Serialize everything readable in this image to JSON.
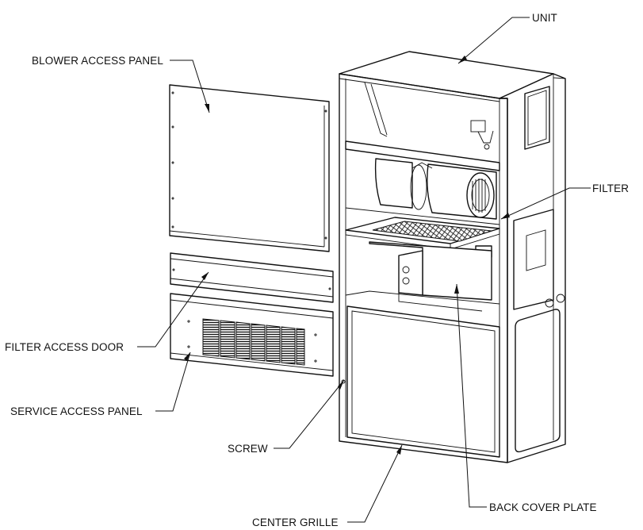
{
  "labels": {
    "unit": "UNIT",
    "blower_access_panel": "BLOWER ACCESS PANEL",
    "filter": "FILTER",
    "filter_access_door": "FILTER ACCESS DOOR",
    "service_access_panel": "SERVICE ACCESS PANEL",
    "screw": "SCREW",
    "back_cover_plate": "BACK COVER PLATE",
    "center_grille": "CENTER GRILLE"
  },
  "colors": {
    "line": "#111111",
    "background": "#ffffff"
  }
}
